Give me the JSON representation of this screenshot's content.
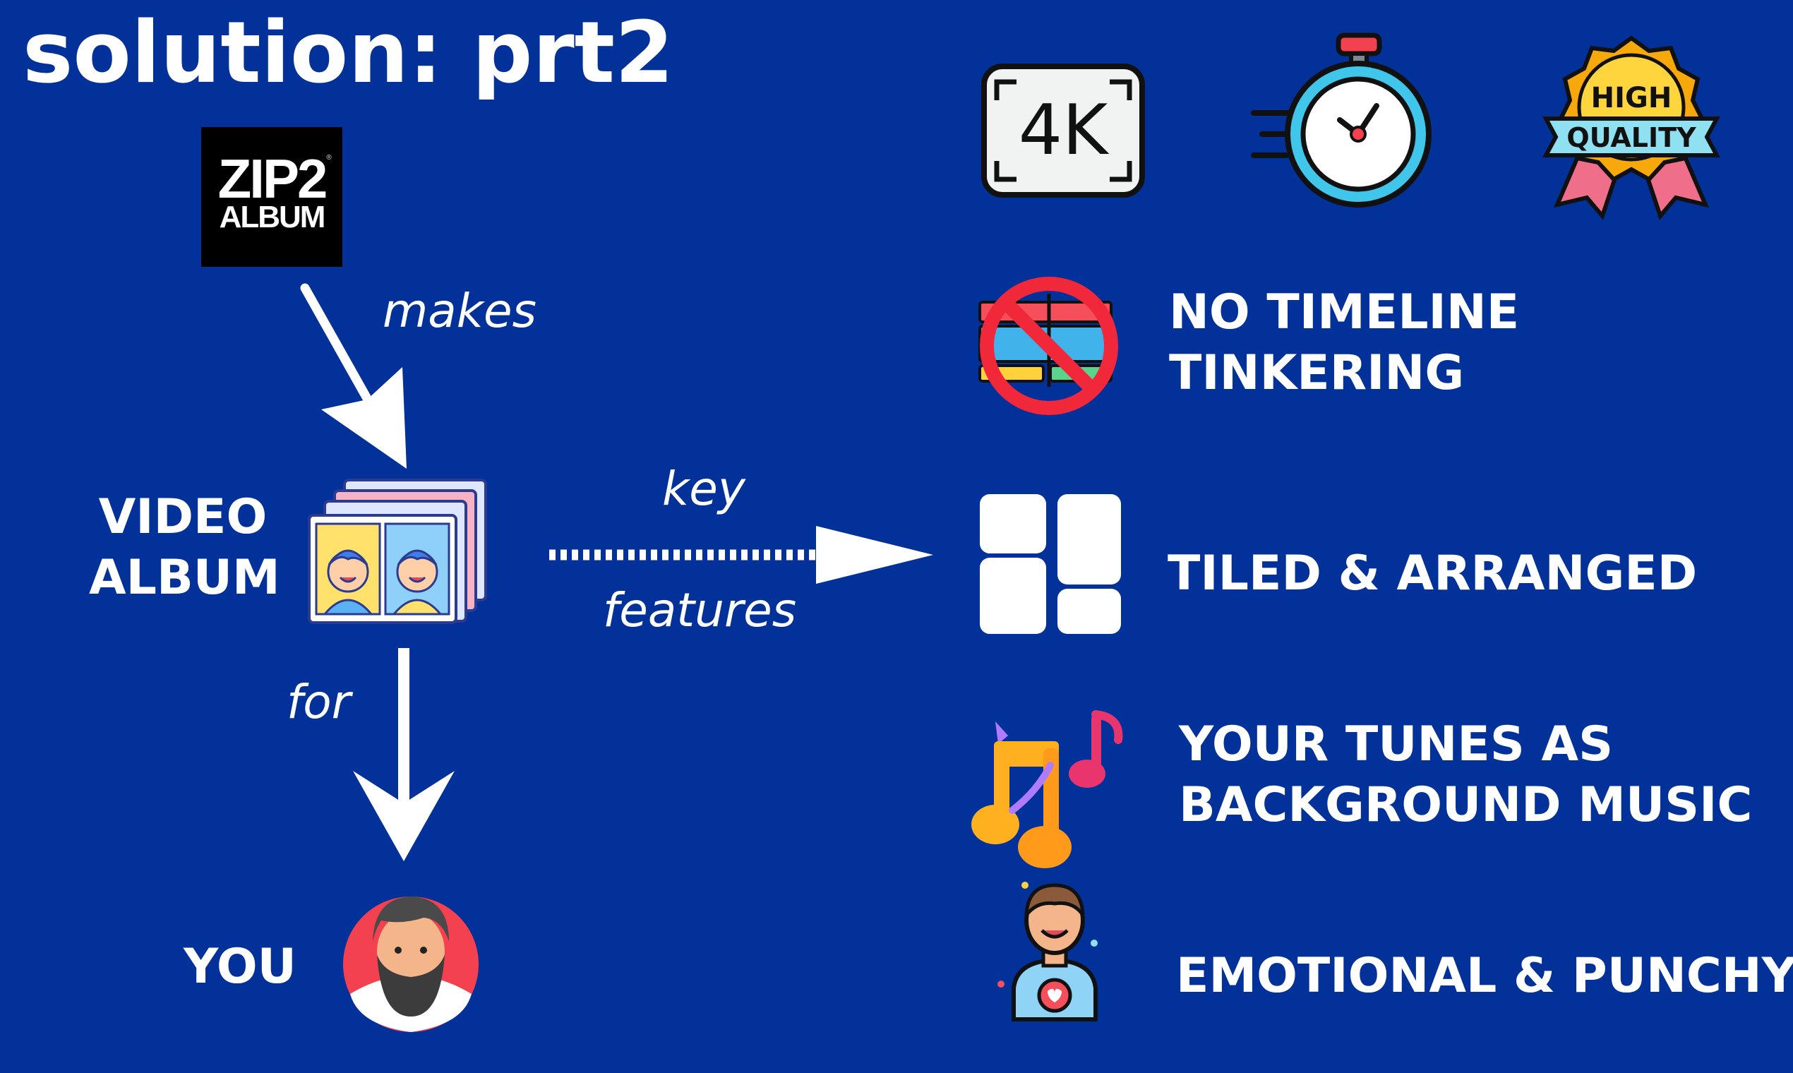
{
  "title": "solution: prt2",
  "logo": {
    "line1": "ZIP2",
    "line2": "ALBUM"
  },
  "flow": {
    "makes": "makes",
    "video_album": {
      "line1": "VIDEO",
      "line2": "ALBUM"
    },
    "for": "for",
    "you": "YOU",
    "key": "key",
    "features_word": "features"
  },
  "icons_top": {
    "res_text": "4K",
    "badge_line1": "HIGH",
    "badge_line2": "QUALITY"
  },
  "features": [
    {
      "line1": "NO TIMELINE",
      "line2": "TINKERING"
    },
    {
      "line1": "TILED & ARRANGED",
      "line2": ""
    },
    {
      "line1": "YOUR TUNES AS",
      "line2": "BACKGROUND MUSIC"
    },
    {
      "line1": "EMOTIONAL & PUNCHY",
      "line2": ""
    }
  ],
  "colors": {
    "background": "#03319a",
    "text": "#ffffff",
    "no_sign_red": "#f0283a",
    "stopwatch_face": "#3fc6ea",
    "badge_gold": "#f7a90c",
    "avatar_red": "#f4414f"
  }
}
